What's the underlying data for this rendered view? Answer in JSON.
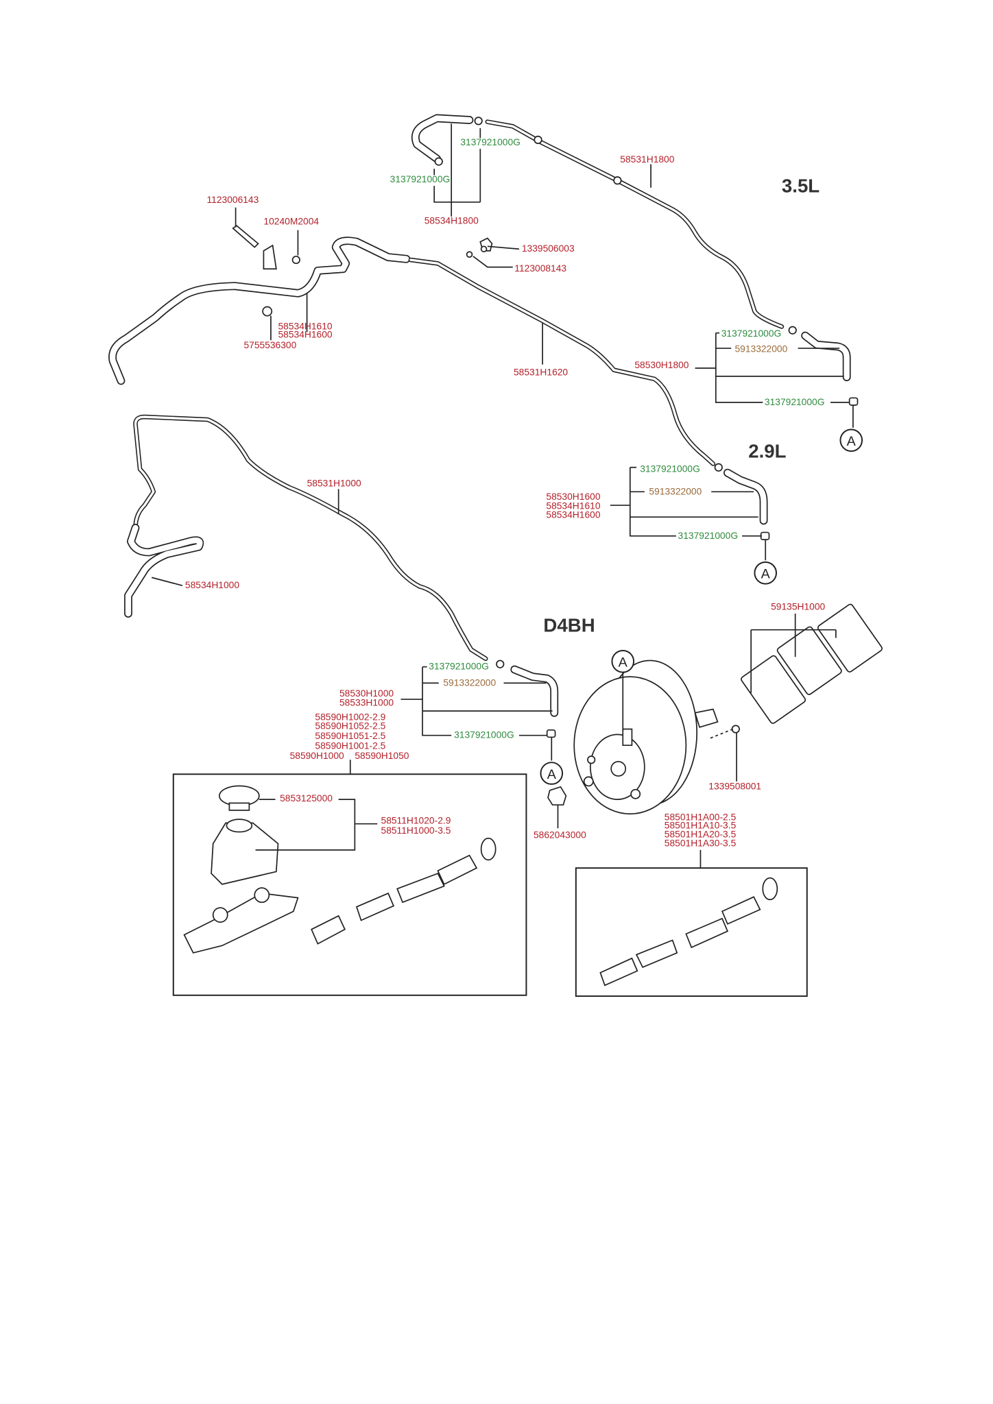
{
  "engines": {
    "v35": "3.5L",
    "v29": "2.9L",
    "d4bh": "D4BH"
  },
  "callout": "A",
  "colors": {
    "part_number": "#b3202a",
    "clip": "#2e8b3e",
    "hose_clamp": "#9a6a3a"
  },
  "labels": {
    "bolt_top": "1123006143",
    "clip_bracket": "10240M2004",
    "clip_35_top": "3137921000G",
    "clip_35_left": "3137921000G",
    "hose_35": "58534H1800",
    "pipe_35": "58531H1800",
    "nut_35": "1339506003",
    "bolt_35": "1123008143",
    "hose_29_a": "58534H1610",
    "hose_29_b": "58534H1600",
    "clip_29_left": "5755536300",
    "pipe_29": "58531H1620",
    "clip_35_end": "3137921000G",
    "clamp_35_end": "5913322000",
    "hose_35_end": "58530H1800",
    "clip_35_valve": "3137921000G",
    "clip_29_end": "3137921000G",
    "clamp_29_end": "5913322000",
    "hose_29_end_a": "58530H1600",
    "hose_29_end_b": "58534H1610",
    "hose_29_end_c": "58534H1600",
    "clip_29_valve": "3137921000G",
    "pipe_d4bh": "58531H1000",
    "hose_d4bh": "58534H1000",
    "gaskets": "59135H1000",
    "clip_d4bh_end": "3137921000G",
    "clamp_d4bh_end": "5913322000",
    "hose_d4bh_end_a": "58530H1000",
    "hose_d4bh_end_b": "58533H1000",
    "mc_1": "58590H1002-2.9",
    "mc_2": "58590H1052-2.5",
    "mc_3": "58590H1051-2.5",
    "mc_4": "58590H1001-2.5",
    "mc_5a": "58590H1000",
    "mc_5b": "58590H1050",
    "clip_d4bh_valve": "3137921000G",
    "booster_nut": "1339508001",
    "reservoir_cap": "5853125000",
    "reservoir_a": "58511H1020-2.9",
    "reservoir_b": "58511H1000-3.5",
    "check_valve": "5862043000",
    "booster_1": "58501H1A00-2.5",
    "booster_2": "58501H1A10-3.5",
    "booster_3": "58501H1A20-3.5",
    "booster_4": "58501H1A30-3.5"
  }
}
